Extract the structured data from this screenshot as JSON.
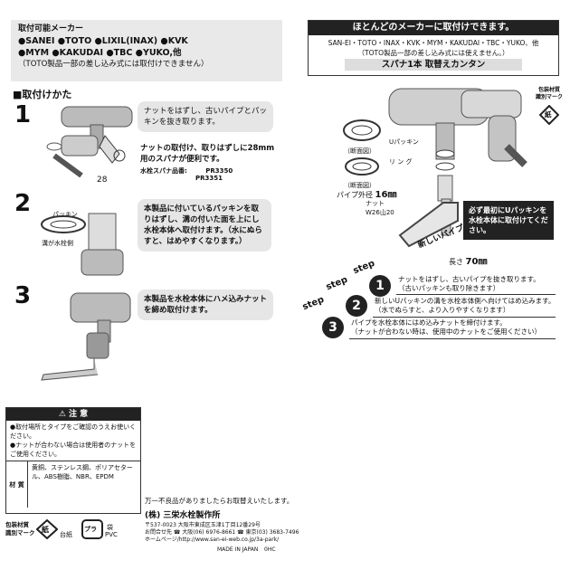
{
  "makers": {
    "heading": "取付可能メーカー",
    "line1": "●SANEI ●TOTO ●LIXIL(INAX) ●KVK",
    "line2": "●MYM ●KAKUDAI ●TBC ●YUKO,他",
    "line3": "（TOTO製品一部の差し込み式には取付けできません）"
  },
  "install_title": "■取付けかた",
  "left_steps": [
    {
      "num": "1",
      "text": "ナットをはずし、古いパイプとパッキンを抜き取ります。",
      "note": "ナットの取付け、取りはずしに28mm用のスパナが便利です。",
      "model_label": "水栓スパナ品番:",
      "model1": "PR3350",
      "model2": "PR3351",
      "spanner_size": "28"
    },
    {
      "num": "2",
      "text": "本製品に付いているパッキンを取りはずし、溝の付いた面を上にし水栓本体へ取付けます。（水にぬらすと、はめやすくなります。）",
      "label_packing": "パッキン",
      "label_groove": "溝が水栓側"
    },
    {
      "num": "3",
      "text": "本製品を水栓本体にハメ込みナットを締め取付けます。"
    }
  ],
  "caution": {
    "title": "注 意",
    "items": [
      "●取付場所とタイプをご確認のうえお使いください。",
      "●ナットが合わない場合は使用者のナットをご使用ください。"
    ],
    "material_label": "材 質",
    "materials": "黄銅、ステンレス鋼、ポリアセタール、ABS樹脂、NBR、EPDM"
  },
  "recycle": {
    "label1": "包装材質",
    "label2": "識別マーク",
    "paper": "紙",
    "base": "台紙",
    "plastic": "プラ",
    "bag": "袋",
    "pvc": "PVC"
  },
  "footer": {
    "warranty": "万一不良品がありましたらお取替えいたします。",
    "company": "(株) 三栄水栓製作所",
    "address": "〒537-0023 大阪市東成区玉津1丁目12番29号",
    "phone": "お問合せ先 ☎ 大阪(06) 6976-8661 ☎ 東京(03) 3683-7496",
    "web": "ホームページ/http://www.san-ei-web.co.jp/3a-park/",
    "made": "MADE IN JAPAN",
    "code": "0HC"
  },
  "right_header": {
    "title": "ほとんどのメーカーに取付けできます。",
    "line1": "SAN-EI・TOTO・INAX・KVK・MYM・KAKUDAI・TBC・YUKO、他",
    "line2": "（TOTO製品一部の差し込み式には使えません。）",
    "band": "スパナ1本 取替えカンタン"
  },
  "right_recycle": {
    "label1": "包装材質",
    "label2": "識別マーク",
    "paper": "紙"
  },
  "diagram": {
    "cross_section": "（断面図）",
    "u_packing": "Uパッキン",
    "ring": "リ ン グ",
    "pipe_od_label": "パイプ外径",
    "pipe_od": "16㎜",
    "nut_label": "ナット",
    "nut_spec": "W26山20",
    "new_pipe": "新しいパイプ",
    "length_label": "長さ",
    "length": "70㎜"
  },
  "black_note": "必ず最初にUパッキンを水栓本体に取付けてください。",
  "step_word": "step",
  "right_steps": [
    {
      "num": "1",
      "text": "ナットをはずし、古いパイプを抜き取ります。",
      "sub": "（古いパッキンも取り除きます）"
    },
    {
      "num": "2",
      "text": "新しいUパッキンの溝を水栓本体側へ向けてはめ込みます。",
      "sub": "（水でぬらすと、より入りやすくなります）"
    },
    {
      "num": "3",
      "text": "パイプを水栓本体にはめ込みナットを締付けます。",
      "sub": "（ナットが合わない時は、使用中のナットをご使用ください）"
    }
  ]
}
